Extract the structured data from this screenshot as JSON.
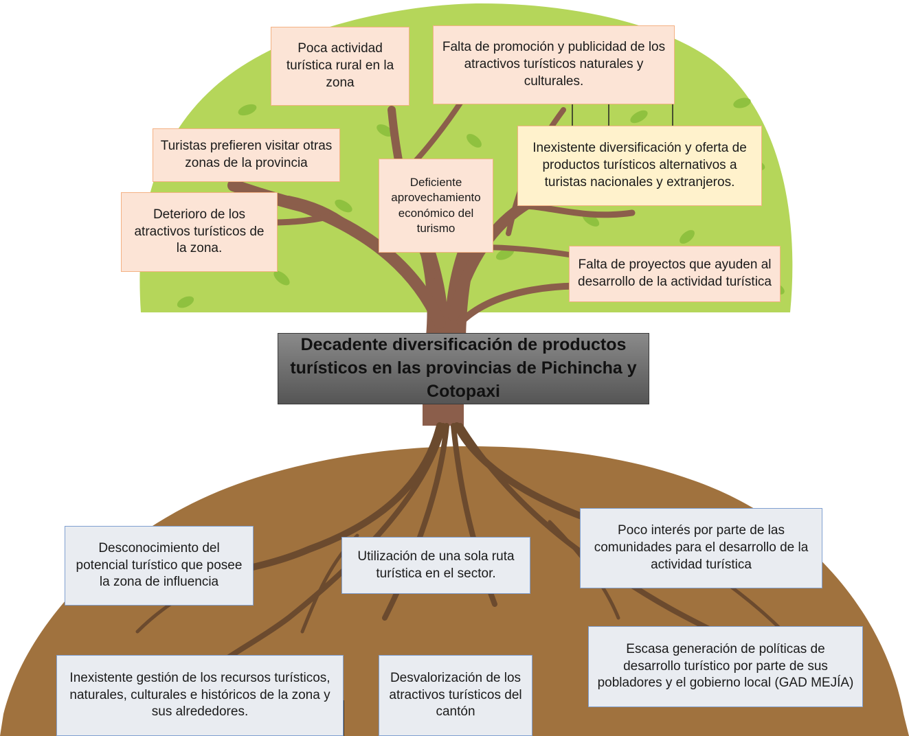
{
  "central_problem": "Decadente diversificación de productos turísticos en las provincias de Pichincha y Cotopaxi",
  "effects": {
    "poca_actividad": "Poca actividad turística rural en la zona",
    "falta_promocion": "Falta de promoción y publicidad de los atractivos turísticos naturales y culturales.",
    "turistas_prefieren": "Turistas prefieren visitar otras zonas de la provincia",
    "deficiente": "Deficiente aprovechamiento económico del turismo",
    "inexistente_diversificacion": "Inexistente diversificación y oferta de productos turísticos alternativos a turistas nacionales y extranjeros.",
    "deterioro": "Deterioro de los atractivos turísticos de la zona.",
    "falta_proyectos": "Falta de proyectos que ayuden al desarrollo de la actividad turística"
  },
  "causes": {
    "desconocimiento": "Desconocimiento del potencial turístico que posee la zona de influencia",
    "utilizacion": "Utilización de una sola ruta turística en el sector.",
    "poco_interes": "Poco interés por parte de las comunidades para el desarrollo de la actividad turística",
    "escasa": "Escasa generación de políticas de desarrollo turístico por parte de sus pobladores y el gobierno local (GAD MEJÍA)",
    "inexistente_gestion": "Inexistente gestión de los recursos turísticos, naturales, culturales e históricos de la zona y sus alrededores.",
    "desvalorizacion": "Desvalorización de los atractivos turísticos del cantón"
  },
  "colors": {
    "canopy": "#b5d65a",
    "leaf": "#8fc13f",
    "trunk": "#8b5e4b",
    "soil": "#a0723e",
    "effect_fill": "#fce4d6",
    "effect_border": "#f4b183",
    "cause_fill": "#e9ecf1",
    "cause_border": "#7f9fd0",
    "problem_fill": "#6e6e6e"
  }
}
